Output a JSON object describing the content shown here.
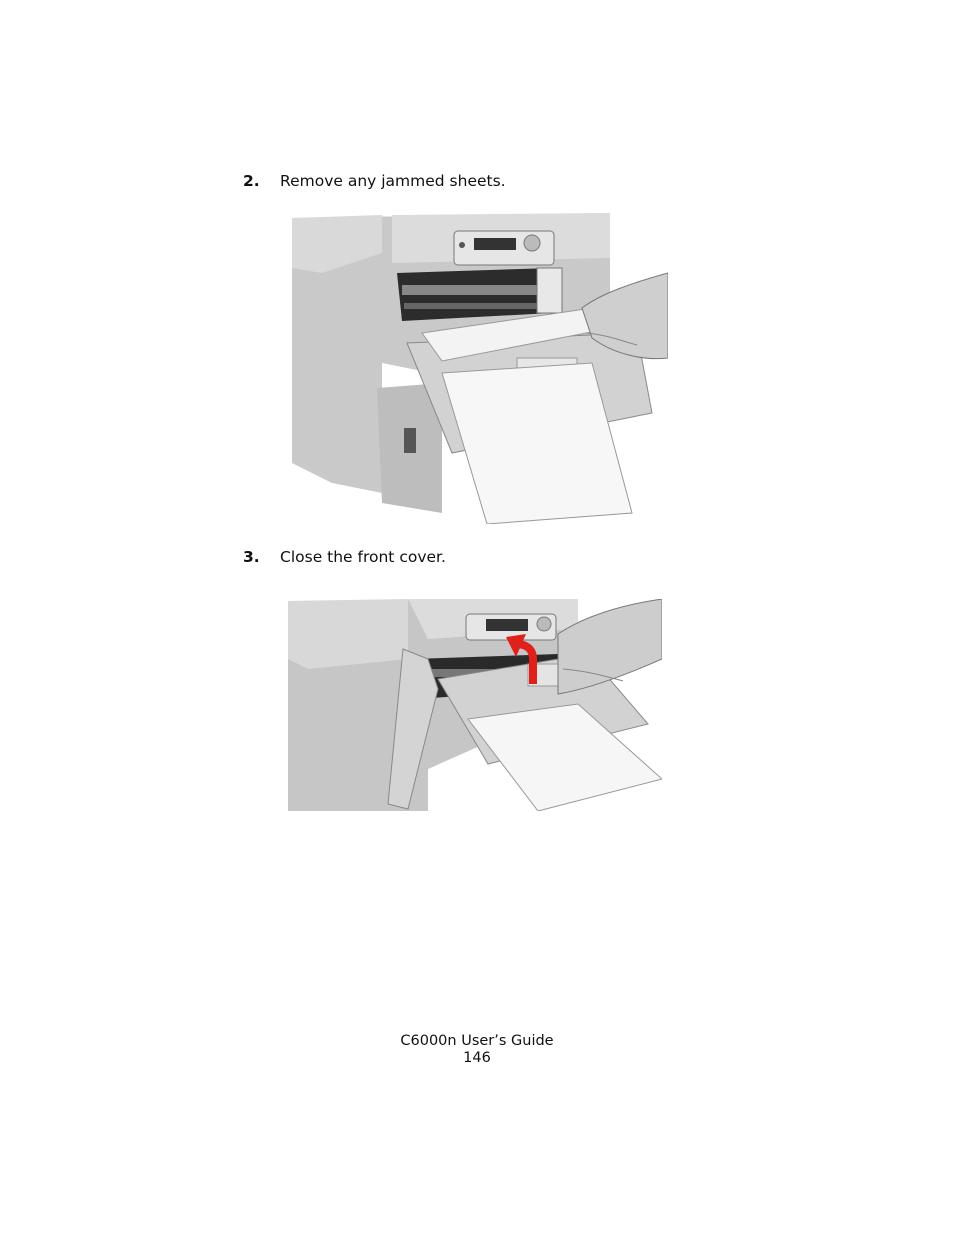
{
  "steps": [
    {
      "number": "2.",
      "text": "Remove any jammed sheets."
    },
    {
      "number": "3.",
      "text": "Close the front cover."
    }
  ],
  "figures": [
    {
      "subject": "printer-front-cover-open-jammed-paper-removal"
    },
    {
      "subject": "printer-front-cover-closing-with-arrow"
    }
  ],
  "footer": {
    "title": "C6000n User’s Guide",
    "page": "146"
  },
  "colors": {
    "arrow": "#e0201a",
    "printer_body": "#c8c8c8"
  }
}
